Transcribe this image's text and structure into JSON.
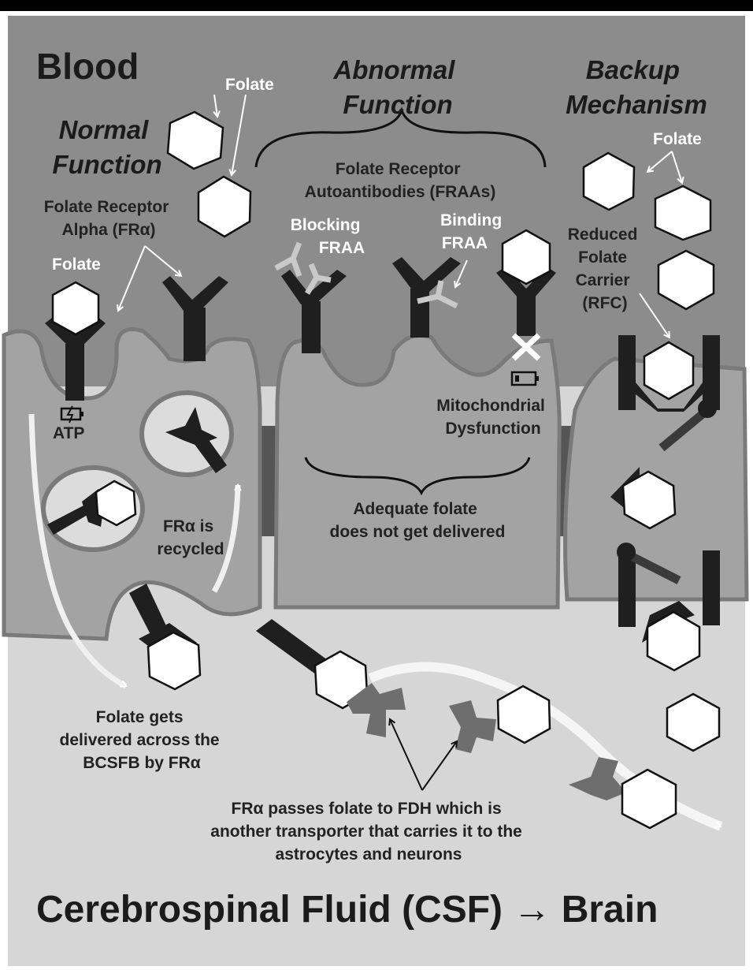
{
  "regions": {
    "top": "Blood",
    "bottom": "Cerebrospinal Fluid (CSF) → Brain"
  },
  "sections": {
    "normal": [
      "Normal",
      "Function"
    ],
    "abnormal": [
      "Abnormal",
      "Function"
    ],
    "backup": [
      "Backup",
      "Mechanism"
    ]
  },
  "labels": {
    "folate": "Folate",
    "fra": [
      "Folate Receptor",
      "Alpha (FRα)"
    ],
    "fraas": [
      "Folate Receptor",
      "Autoantibodies (FRAAs)"
    ],
    "blocking": [
      "Blocking",
      "FRAA"
    ],
    "binding": [
      "Binding",
      "FRAA"
    ],
    "rfc": [
      "Reduced",
      "Folate",
      "Carrier",
      "(RFC)"
    ],
    "atp": "ATP",
    "mito": [
      "Mitochondrial",
      "Dysfunction"
    ],
    "adequate": [
      "Adequate folate",
      "does not get delivered"
    ],
    "recycled": [
      "FRα  is",
      "recycled"
    ],
    "delivered": [
      "Folate gets",
      "delivered across the",
      "BCSFB by FRα"
    ],
    "fdh": [
      "FRα passes folate to FDH which is",
      "another transporter that carries it to the",
      "astrocytes and neurons"
    ]
  },
  "colors": {
    "blood": "#8c8c8c",
    "cell": "#a3a3a3",
    "cell_border": "#7a7a7a",
    "csf": "#d6d6d6",
    "receptor": "#1f1f1f",
    "fdh": "#6e6e6e",
    "antibody": "#c9c9c9"
  }
}
